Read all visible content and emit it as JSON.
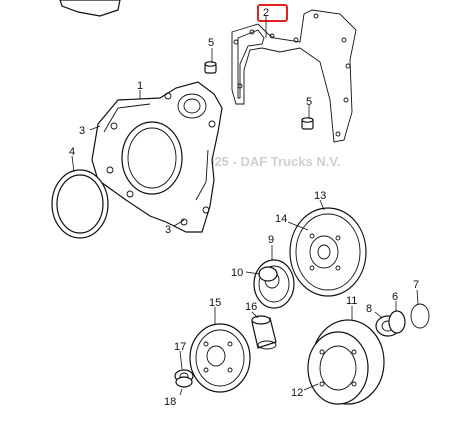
{
  "watermark": "Copyright 2025 - DAF Trucks N.V.",
  "highlight_color": "#e02020",
  "callouts": {
    "c1": "1",
    "c2": "2",
    "c3a": "3",
    "c3b": "3",
    "c4": "4",
    "c5a": "5",
    "c5b": "5",
    "c6": "6",
    "c7": "7",
    "c8": "8",
    "c9": "9",
    "c10": "10",
    "c11": "11",
    "c12": "12",
    "c13": "13",
    "c14": "14",
    "c15": "15",
    "c16": "16",
    "c17": "17",
    "c18": "18"
  }
}
